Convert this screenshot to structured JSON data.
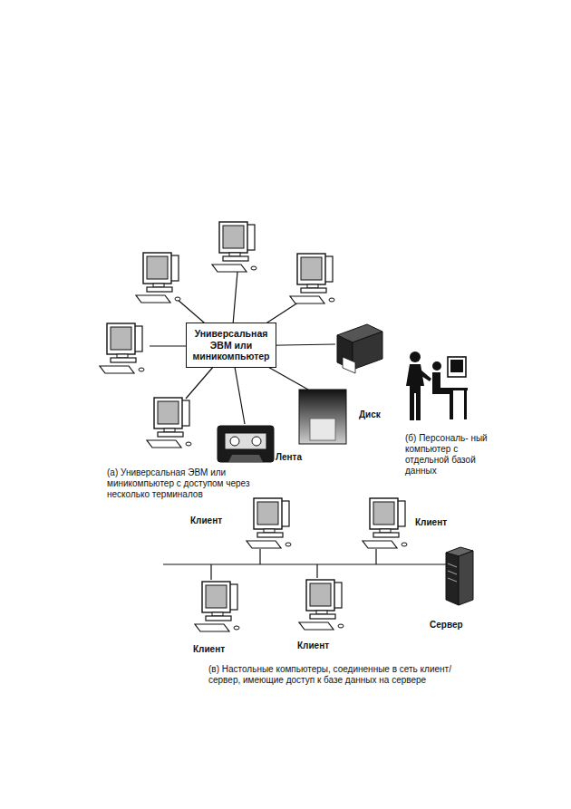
{
  "diagram": {
    "nodes": [
      {
        "text": [
          "Универсальная ЭВМ или миникомпьютер"
        ]
      }
    ],
    "labels": [
      "Диск",
      "Лента",
      "(а) Универсальная ЭВМ или миникомпьютер с доступом через несколько терминалов",
      "(б) Персональ- ный компьютер с отдельной базой данных",
      "Клиент",
      "Клиент",
      "Клиент",
      "Клиент",
      "Сервер",
      "(в) Настольные компьютеры, соединенные в сеть клиент/сервер, имеющие доступ к базе данных на сервере"
    ]
  }
}
